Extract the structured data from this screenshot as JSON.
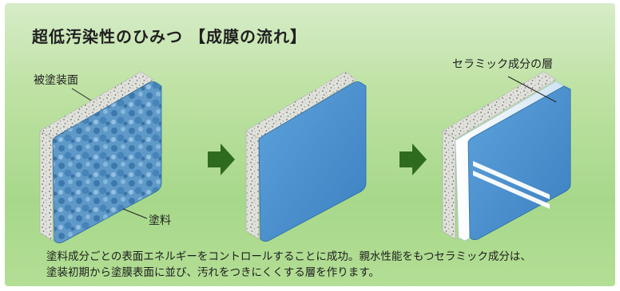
{
  "title": "超低汚染性のひみつ 【成膜の流れ】",
  "labels": {
    "substrate": "被塗装面",
    "paint": "塗料",
    "ceramic": "セラミック成分の層"
  },
  "caption": {
    "line1": "塗料成分ごとの表面エネルギーをコントロールすることに成功。親水性能をもつセラミック成分は、",
    "line2": "塗装初期から塗膜表面に並び、汚れをつきにくくする層を作ります。"
  },
  "colors": {
    "panel_bg_top": "#d6ecc8",
    "panel_bg_bottom": "#a7d88a",
    "paint_blue": "#4f93cf",
    "arrow_green": "#2f6b1f",
    "concrete": "#d9d9d4"
  }
}
